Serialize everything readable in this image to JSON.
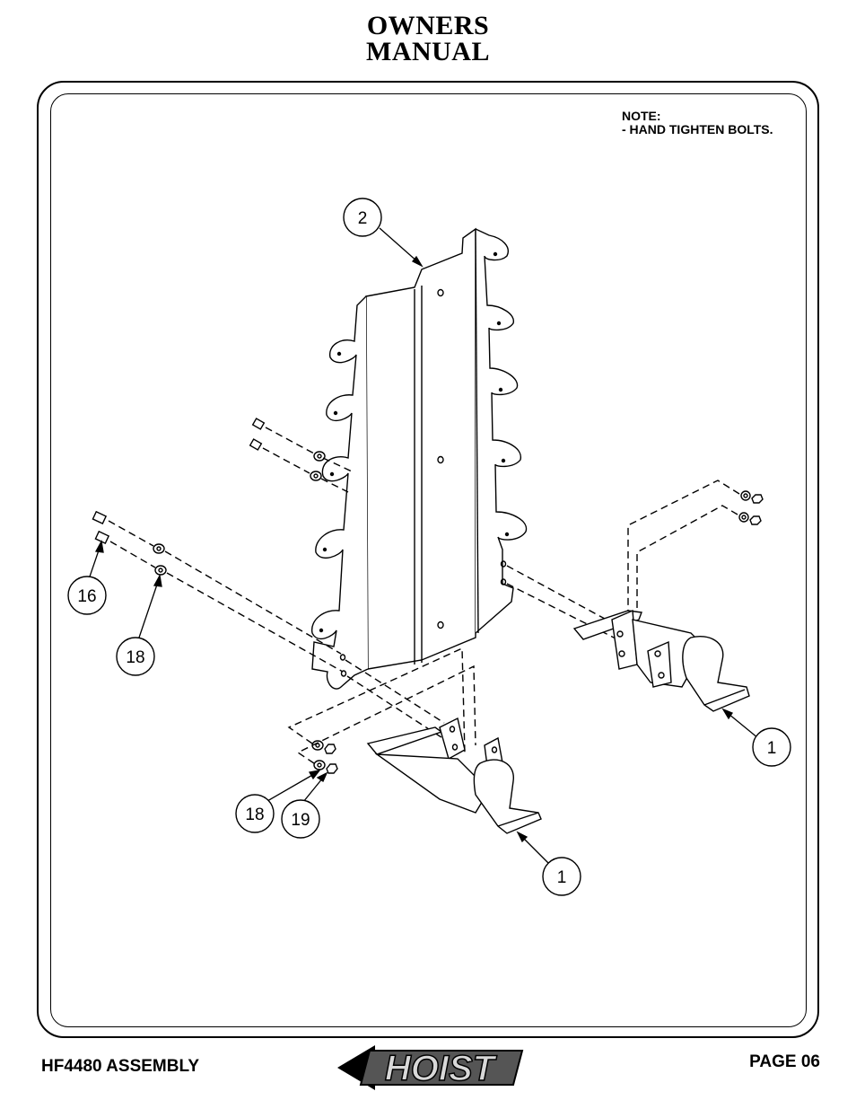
{
  "header": {
    "title_line1": "OWNERS",
    "title_line2": "MANUAL"
  },
  "note": {
    "heading": "NOTE:",
    "item": "-  HAND TIGHTEN BOLTS."
  },
  "callouts": {
    "c2": "2",
    "c16": "16",
    "c18a": "18",
    "c18b": "18",
    "c19": "19",
    "c1a": "1",
    "c1b": "1"
  },
  "footer": {
    "left": "HF4480 ASSEMBLY",
    "right": "PAGE 06",
    "logo": "HOIST"
  }
}
